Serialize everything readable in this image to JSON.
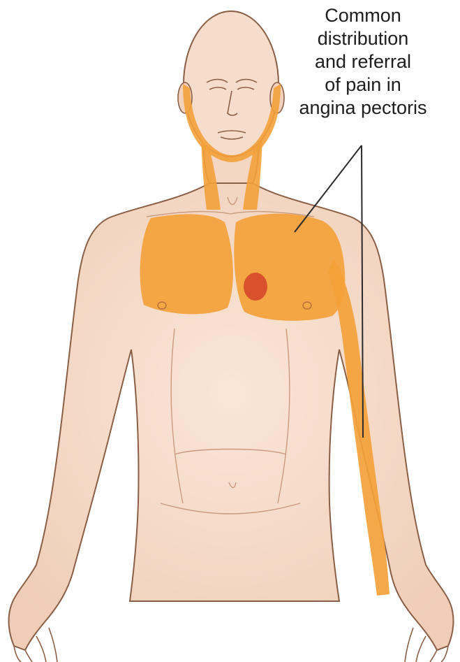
{
  "annotation": {
    "lines": [
      "Common",
      "distribution",
      "and referral",
      "of pain in",
      "angina pectoris"
    ]
  },
  "colors": {
    "background": "#ffffff",
    "skin": "#f6dcca",
    "skin_outline": "#8a5f47",
    "pain_area": "#f3a13a",
    "pain_center": "#d9512c",
    "leader_line": "#2b2b2b"
  }
}
